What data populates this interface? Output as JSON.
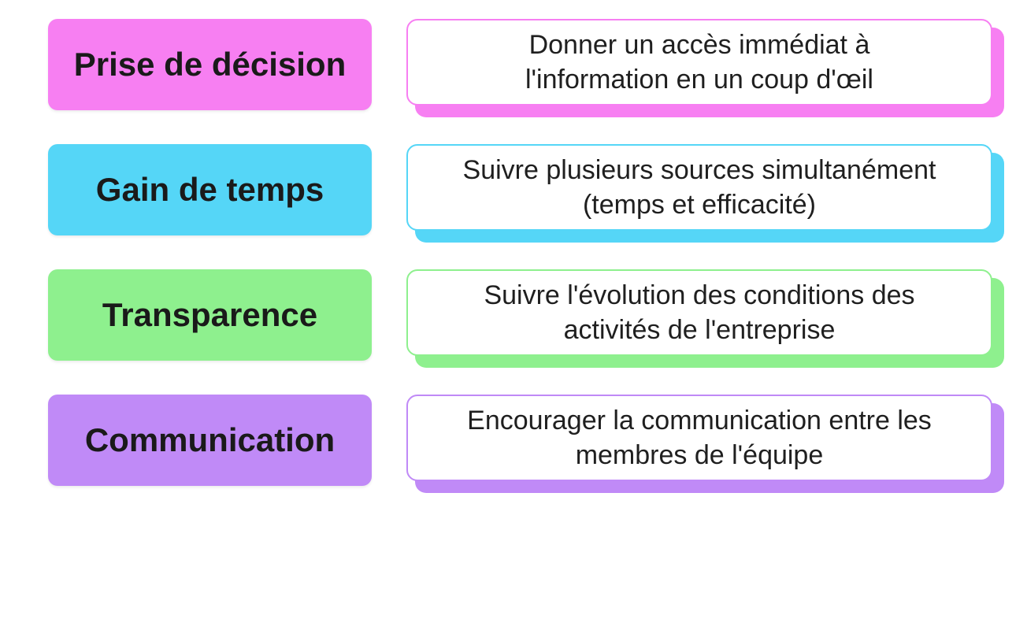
{
  "rows": [
    {
      "label": "Prise de décision",
      "desc_line1": "Donner un accès immédiat à",
      "desc_line2": "l'information en un coup d'œil",
      "color": "#f77ff2"
    },
    {
      "label": "Gain de temps",
      "desc_line1": "Suivre plusieurs sources simultanément",
      "desc_line2": "(temps et efficacité)",
      "color": "#55d6f7"
    },
    {
      "label": "Transparence",
      "desc_line1": "Suivre l'évolution des conditions des",
      "desc_line2": "activités de l'entreprise",
      "color": "#8ef08e"
    },
    {
      "label": "Communication",
      "desc_line1": "Encourager la communication entre les",
      "desc_line2": "membres de l'équipe",
      "color": "#c08af7"
    }
  ]
}
